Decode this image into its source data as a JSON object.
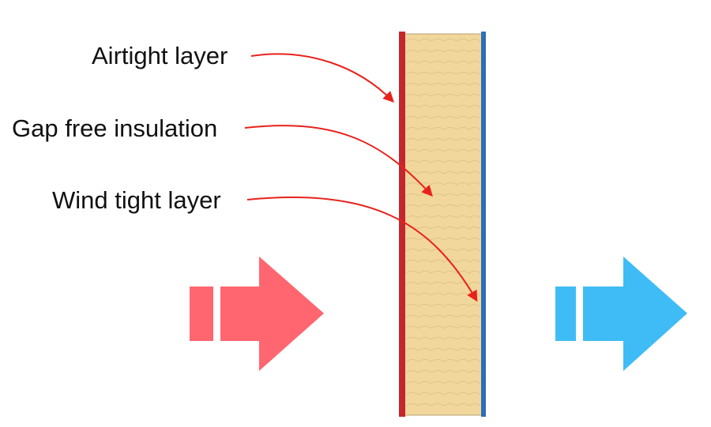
{
  "labels": {
    "airtight": "Airtight layer",
    "insulation": "Gap free insulation",
    "wind_tight": "Wind tight layer"
  },
  "colors": {
    "airtight_layer": "#c4262e",
    "insulation": "#f1d79c",
    "insulation_lines": "#d9bf84",
    "wind_tight_layer": "#2a6fb7",
    "pointer_arrows": "#e8221b",
    "warm_arrow": "#ff6670",
    "cold_arrow": "#3fbcf5"
  },
  "icons": {
    "warm_side": "heat-flow-arrow-icon",
    "cold_side": "heat-flow-arrow-icon"
  }
}
